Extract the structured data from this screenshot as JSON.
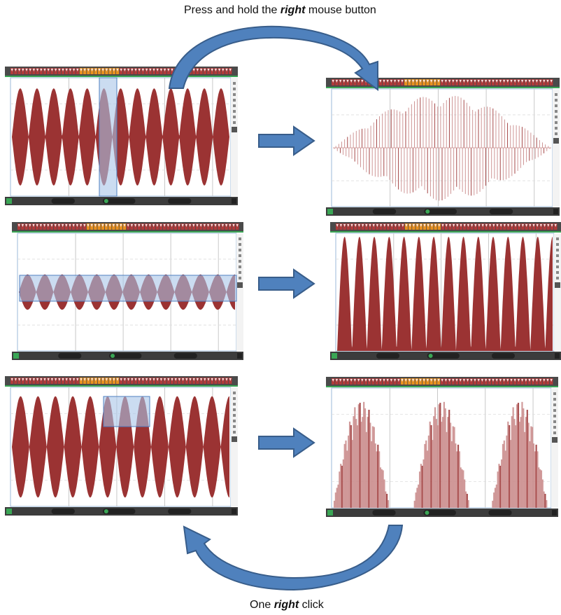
{
  "captions": {
    "top": {
      "before": "Press and hold the ",
      "emph": "right",
      "after": " mouse button"
    },
    "bottom": {
      "before": "One ",
      "emph": "right",
      "after": " click"
    }
  },
  "colors": {
    "wave": "#9b3333",
    "wave_light": "#c98a8a",
    "selection_fill": "#a9c4e8",
    "selection_stroke": "#4f7fc0",
    "arrow_fill": "#4f81bd",
    "arrow_stroke": "#385d8a",
    "toolbar": "#3c3c3c",
    "accent_green": "#3aa655",
    "accent_orange": "#e8901f"
  },
  "panels": [
    {
      "id": "horizontal-zoom-before",
      "wave": "lobes",
      "lobes": 13,
      "amp": 0.82,
      "selection": "vertical"
    },
    {
      "id": "horizontal-zoom-after",
      "wave": "lens",
      "lobes": 1,
      "amp": 0.9,
      "selection": "none"
    },
    {
      "id": "vertical-zoom-before",
      "wave": "lobes",
      "lobes": 12.5,
      "amp": 0.3,
      "selection": "horizontal"
    },
    {
      "id": "vertical-zoom-after",
      "wave": "half",
      "lobes": 14.5,
      "amp": 0.97,
      "selection": "none"
    },
    {
      "id": "box-zoom-before",
      "wave": "lobes",
      "lobes": 12.5,
      "amp": 0.85,
      "selection": "box"
    },
    {
      "id": "box-zoom-after",
      "wave": "sparse-half",
      "lobes": 3,
      "amp": 0.9,
      "selection": "none"
    }
  ]
}
